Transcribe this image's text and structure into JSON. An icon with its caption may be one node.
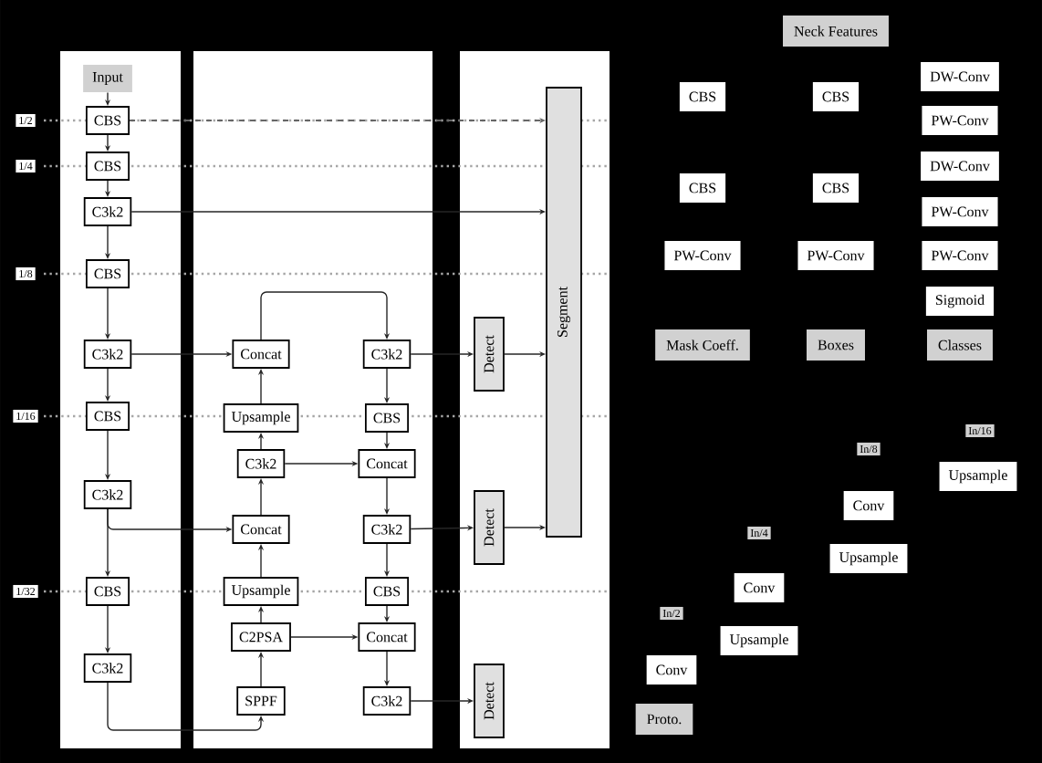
{
  "diagram": {
    "nodes": [
      {
        "text": [
          "Input"
        ]
      },
      {
        "text": [
          "CBS"
        ]
      },
      {
        "text": [
          "CBS"
        ]
      },
      {
        "text": [
          "C3k2"
        ]
      },
      {
        "text": [
          "CBS"
        ]
      },
      {
        "text": [
          "C3k2"
        ]
      },
      {
        "text": [
          "CBS"
        ]
      },
      {
        "text": [
          "C3k2"
        ]
      },
      {
        "text": [
          "CBS"
        ]
      },
      {
        "text": [
          "C3k2"
        ]
      },
      {
        "text": [
          "Concat"
        ]
      },
      {
        "text": [
          "Upsample"
        ]
      },
      {
        "text": [
          "C3k2"
        ]
      },
      {
        "text": [
          "Concat"
        ]
      },
      {
        "text": [
          "Upsample"
        ]
      },
      {
        "text": [
          "C2PSA"
        ]
      },
      {
        "text": [
          "SPPF"
        ]
      },
      {
        "text": [
          "C3k2"
        ]
      },
      {
        "text": [
          "CBS"
        ]
      },
      {
        "text": [
          "Concat"
        ]
      },
      {
        "text": [
          "C3k2"
        ]
      },
      {
        "text": [
          "CBS"
        ]
      },
      {
        "text": [
          "Concat"
        ]
      },
      {
        "text": [
          "C3k2"
        ]
      },
      {
        "text": [
          "Detect"
        ]
      },
      {
        "text": [
          "Detect"
        ]
      },
      {
        "text": [
          "Detect"
        ]
      },
      {
        "text": [
          "Segment"
        ]
      },
      {
        "text": [
          "Neck Features"
        ]
      },
      {
        "text": [
          "CBS"
        ]
      },
      {
        "text": [
          "CBS"
        ]
      },
      {
        "text": [
          "DW-Conv"
        ]
      },
      {
        "text": [
          "PW-Conv"
        ]
      },
      {
        "text": [
          "CBS"
        ]
      },
      {
        "text": [
          "CBS"
        ]
      },
      {
        "text": [
          "DW-Conv"
        ]
      },
      {
        "text": [
          "PW-Conv"
        ]
      },
      {
        "text": [
          "PW-Conv"
        ]
      },
      {
        "text": [
          "PW-Conv"
        ]
      },
      {
        "text": [
          "PW-Conv"
        ]
      },
      {
        "text": [
          "Sigmoid"
        ]
      },
      {
        "text": [
          "Mask Coeff."
        ]
      },
      {
        "text": [
          "Boxes"
        ]
      },
      {
        "text": [
          "Classes"
        ]
      },
      {
        "text": [
          "Upsample"
        ]
      },
      {
        "text": [
          "Conv"
        ]
      },
      {
        "text": [
          "Upsample"
        ]
      },
      {
        "text": [
          "Conv"
        ]
      },
      {
        "text": [
          "Upsample"
        ]
      },
      {
        "text": [
          "Conv"
        ]
      },
      {
        "text": [
          "Proto."
        ]
      }
    ],
    "edges": [
      {
        "from": 0,
        "to": 1,
        "arrow": "to"
      },
      {
        "from": 1,
        "to": 2,
        "arrow": "to"
      },
      {
        "from": 2,
        "to": 3,
        "arrow": "to"
      },
      {
        "from": 3,
        "to": 4,
        "arrow": "to"
      },
      {
        "from": 4,
        "to": 5,
        "arrow": "to"
      },
      {
        "from": 5,
        "to": 6,
        "arrow": "to"
      },
      {
        "from": 6,
        "to": 7,
        "arrow": "to"
      },
      {
        "from": 7,
        "to": 8,
        "arrow": "to"
      },
      {
        "from": 8,
        "to": 9,
        "arrow": "to"
      },
      {
        "from": 9,
        "to": 16,
        "arrow": "to"
      },
      {
        "from": 16,
        "to": 15,
        "arrow": "to"
      },
      {
        "from": 15,
        "to": 14,
        "arrow": "to"
      },
      {
        "from": 14,
        "to": 13,
        "arrow": "to"
      },
      {
        "from": 13,
        "to": 12,
        "arrow": "to"
      },
      {
        "from": 12,
        "to": 11,
        "arrow": "to"
      },
      {
        "from": 11,
        "to": 10,
        "arrow": "to"
      },
      {
        "from": 10,
        "to": 17,
        "arrow": "to"
      },
      {
        "from": 17,
        "to": 18,
        "arrow": "to"
      },
      {
        "from": 18,
        "to": 19,
        "arrow": "to"
      },
      {
        "from": 19,
        "to": 20,
        "arrow": "to"
      },
      {
        "from": 20,
        "to": 21,
        "arrow": "to"
      },
      {
        "from": 21,
        "to": 22,
        "arrow": "to"
      },
      {
        "from": 22,
        "to": 23,
        "arrow": "to"
      },
      {
        "from": 12,
        "to": 19,
        "arrow": "to"
      },
      {
        "from": 15,
        "to": 22,
        "arrow": "to"
      },
      {
        "from": 5,
        "to": 10,
        "arrow": "to"
      },
      {
        "from": 7,
        "to": 13,
        "arrow": "to"
      },
      {
        "from": 17,
        "to": 24,
        "arrow": "to"
      },
      {
        "from": 20,
        "to": 25,
        "arrow": "to"
      },
      {
        "from": 23,
        "to": 26,
        "arrow": "to"
      },
      {
        "from": 24,
        "to": 27,
        "arrow": "to"
      },
      {
        "from": 25,
        "to": 27,
        "arrow": "to"
      },
      {
        "from": 1,
        "to": 27,
        "arrow": "to",
        "style": "dashed"
      },
      {
        "from": 3,
        "to": 27,
        "arrow": "to"
      }
    ],
    "labels": [
      "1/2",
      "1/4",
      "1/8",
      "1/16",
      "1/32",
      "In/16",
      "In/8",
      "In/4",
      "In/2"
    ]
  }
}
